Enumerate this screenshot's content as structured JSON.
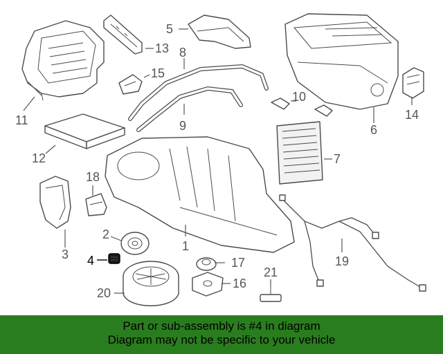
{
  "callouts": [
    "1",
    "2",
    "3",
    "4",
    "5",
    "6",
    "7",
    "8",
    "9",
    "10",
    "11",
    "12",
    "13",
    "14",
    "15",
    "16",
    "17",
    "18",
    "19",
    "20",
    "21"
  ],
  "highlighted_callout": "4",
  "banner": {
    "line1": "Part or sub-assembly is #4 in diagram",
    "line2": "Diagram may not be specific to your vehicle",
    "background": "#2a7d1e"
  }
}
